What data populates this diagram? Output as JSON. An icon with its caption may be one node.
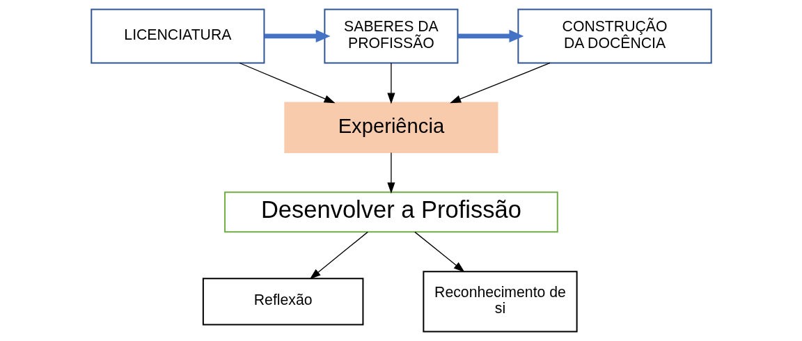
{
  "diagram": {
    "nodes": [
      {
        "text": [
          "LICENCIATURA"
        ]
      },
      {
        "text": [
          "SABERES DA PROFISSÃO"
        ]
      },
      {
        "text": [
          "CONSTRUÇÃO DA DOCÊNCIA"
        ]
      },
      {
        "text": [
          "Experiência"
        ]
      },
      {
        "text": [
          "Desenvolver a Profissão"
        ]
      },
      {
        "text": [
          "Reflexão"
        ]
      },
      {
        "text": [
          "Reconhecimento de si"
        ]
      }
    ],
    "edges": [
      {
        "from": 0,
        "to": 1,
        "arrow": "to",
        "style": "thick",
        "color": "#4472c4"
      },
      {
        "from": 1,
        "to": 2,
        "arrow": "to",
        "style": "thick",
        "color": "#4472c4"
      },
      {
        "from": 0,
        "to": 3,
        "arrow": "to"
      },
      {
        "from": 1,
        "to": 3,
        "arrow": "to"
      },
      {
        "from": 2,
        "to": 3,
        "arrow": "to"
      },
      {
        "from": 3,
        "to": 4,
        "arrow": "to"
      },
      {
        "from": 4,
        "to": 5,
        "arrow": "to"
      },
      {
        "from": 4,
        "to": 6,
        "arrow": "to"
      }
    ]
  }
}
